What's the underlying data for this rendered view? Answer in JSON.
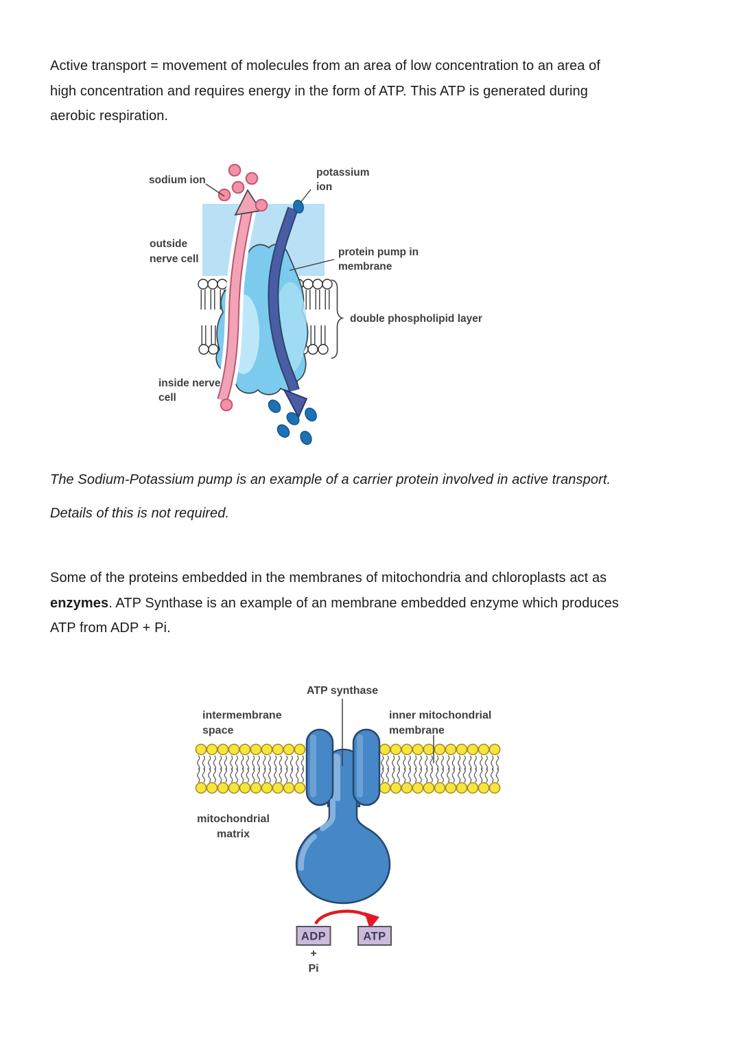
{
  "paragraph1": {
    "lines": [
      "Active transport = movement of molecules from an area of low concentration to an area of",
      "high concentration and requires energy in the form of ATP. This ATP is generated during",
      "aerobic respiration."
    ]
  },
  "italic_note": {
    "lines": [
      "The Sodium-Potassium pump is an example of a carrier protein involved in active transport.",
      "Details of this is not required."
    ]
  },
  "paragraph2": {
    "line1": "Some of the proteins embedded in the membranes of mitochondria and chloroplasts act as",
    "line2_bold": "enzymes",
    "line2_rest": ". ATP Synthase is an example of an membrane embedded enzyme which produces",
    "line3": "ATP from ADP + Pi."
  },
  "sodium_potassium_diagram": {
    "labels": {
      "sodium_ion": "sodium ion",
      "potassium_ion_line1": "potassium",
      "potassium_ion_line2": "ion",
      "outside_line1": "outside",
      "outside_line2": "nerve cell",
      "protein_pump_line1": "protein pump in",
      "protein_pump_line2": "membrane",
      "double_phospholipid": "double phospholipid layer",
      "inside_line1": "inside nerve",
      "inside_line2": "cell"
    },
    "colors": {
      "outside_fill": "#b9e0f4",
      "sodium_ion_fill": "#f191a7",
      "sodium_ion_stroke": "#c4566f",
      "potassium_ion_fill": "#1d72b4",
      "potassium_ion_stroke": "#0f4c80",
      "pump_fill": "#7ccbee",
      "pump_stroke": "#35464e",
      "pump_inner_light": "#c9ecfa",
      "pump_inner_mid": "#a9def5",
      "sodium_arrow_fill": "#f2a3b6",
      "sodium_arrow_edge": "#b75671",
      "potassium_arrow_fill": "#4a5ca3",
      "potassium_arrow_edge": "#20305f",
      "lipid_stroke": "#2a2a2a",
      "label_color": "#3f3f3f"
    }
  },
  "atp_synthase_diagram": {
    "labels": {
      "atp_synthase": "ATP synthase",
      "intermembrane_line1": "intermembrane",
      "intermembrane_line2": "space",
      "inner_membrane_line1": "inner mitochondrial",
      "inner_membrane_line2": "membrane",
      "matrix_line1": "mitochondrial",
      "matrix_line2": "matrix",
      "adp": "ADP",
      "plus": "+",
      "pi": "Pi",
      "atp": "ATP"
    },
    "colors": {
      "protein_fill": "#4587c7",
      "protein_stroke": "#27476b",
      "protein_highlight": "#86b1de",
      "lipid_head_fill": "#f4e63d",
      "lipid_head_stroke": "#a9861f",
      "tail_stroke": "#5a5a5a",
      "arrow_red": "#e21b23",
      "box_fill": "#cbbada",
      "box_stroke": "#55555f",
      "label_color": "#3f3f3f"
    }
  }
}
